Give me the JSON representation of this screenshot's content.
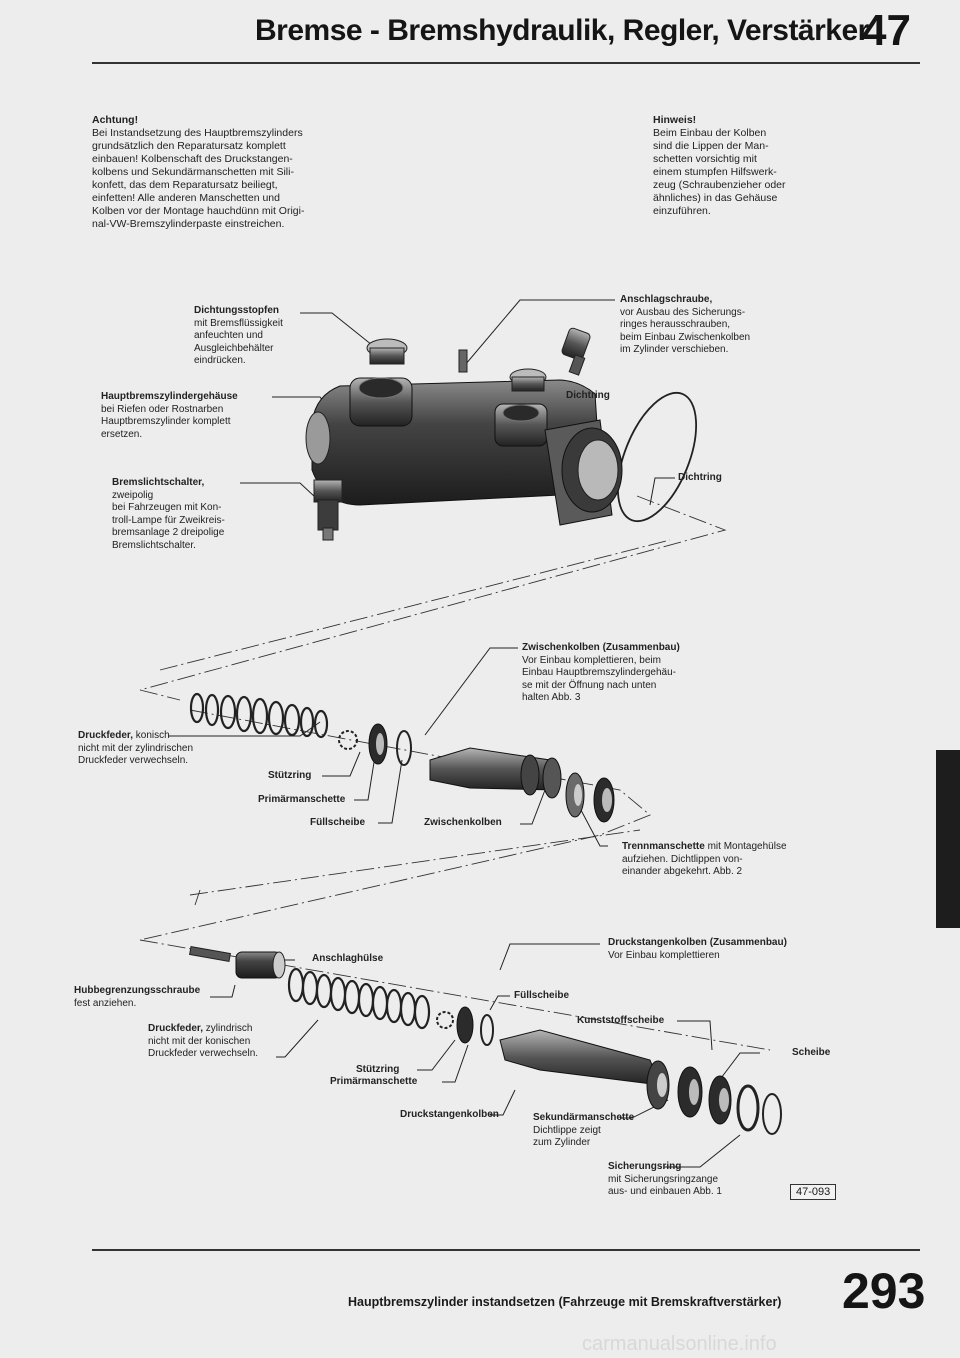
{
  "header": {
    "title": "Bremse - Bremshydraulik, Regler, Verstärker",
    "chapter": "47"
  },
  "notes": {
    "achtung": {
      "title": "Achtung!",
      "lines": [
        "Bei Instandsetzung des Hauptbremszylinders",
        "grundsätzlich den Reparatursatz komplett",
        "einbauen! Kolbenschaft des Druckstangen-",
        "kolbens und Sekundärmanschetten mit Sili-",
        "konfett, das dem Reparatursatz beiliegt,",
        "einfetten! Alle anderen Manschetten und",
        "Kolben vor der Montage hauchdünn mit Origi-",
        "nal-VW-Bremszylinderpaste einstreichen."
      ]
    },
    "hinweis": {
      "title": "Hinweis!",
      "lines": [
        "Beim Einbau der Kolben",
        "sind die Lippen der Man-",
        "schetten vorsichtig mit",
        "einem stumpfen Hilfswerk-",
        "zeug (Schraubenzieher oder",
        "ähnliches) in das Gehäuse",
        "einzuführen."
      ]
    }
  },
  "labels": {
    "dichtungsstopfen": {
      "title": "Dichtungsstopfen",
      "lines": [
        "mit Bremsflüssigkeit",
        "anfeuchten und",
        "Ausgleichbehälter",
        "eindrücken."
      ]
    },
    "anschlagschraube": {
      "title": "Anschlagschraube,",
      "lines": [
        "vor Ausbau des Sicherungs-",
        "ringes herausschrauben,",
        "beim Einbau Zwischenkolben",
        "im Zylinder verschieben."
      ]
    },
    "hauptbremszylindergehaeuse": {
      "title": "Hauptbremszylindergehäuse",
      "lines": [
        "bei Riefen oder Rostnarben",
        "Hauptbremszylinder komplett",
        "ersetzen."
      ]
    },
    "dichtring_1": "Dichtring",
    "dichtring_2": "Dichtring",
    "bremslichtschalter": {
      "title": "Bremslichtschalter,",
      "lines": [
        "zweipolig",
        "bei Fahrzeugen mit Kon-",
        "troll-Lampe für Zweikreis-",
        "bremsanlage 2 dreipolige",
        "Bremslichtschalter."
      ]
    },
    "zwischenkolben_zb": {
      "title": "Zwischenkolben (Zusammenbau)",
      "lines": [
        "Vor Einbau komplettieren, beim",
        "Einbau Hauptbremszylindergehäu-",
        "se mit der Öffnung nach unten",
        "halten   Abb. 3"
      ]
    },
    "druckfeder_konisch": {
      "title": "Druckfeder,",
      "title_rest": " konisch",
      "lines": [
        "nicht mit der zylindrischen",
        "Druckfeder verwechseln."
      ]
    },
    "stuetzring_1": "Stützring",
    "primaermanschette_1": "Primärmanschette",
    "fuellscheibe_1": "Füllscheibe",
    "zwischenkolben": "Zwischenkolben",
    "trennmanschette": {
      "title": "Trennmanschette",
      "title_rest": " mit Montagehülse",
      "lines": [
        "aufziehen. Dichtlippen von-",
        "einander abgekehrt.   Abb. 2"
      ]
    },
    "anschlaghuelse": "Anschlaghülse",
    "druckstangenkolben_zb": {
      "title": "Druckstangenkolben (Zusammenbau)",
      "lines": [
        "Vor Einbau komplettieren"
      ]
    },
    "hubbegrenzungsschraube": {
      "title": "Hubbegrenzungsschraube",
      "lines": [
        "fest anziehen."
      ]
    },
    "fuellscheibe_2": "Füllscheibe",
    "kunststoffscheibe": "Kunststoffscheibe",
    "druckfeder_zylindrisch": {
      "title": "Druckfeder,",
      "title_rest": " zylindrisch",
      "lines": [
        "nicht mit der konischen",
        "Druckfeder verwechseln."
      ]
    },
    "scheibe": "Scheibe",
    "stuetzring_2": "Stützring",
    "primaermanschette_2": "Primärmanschette",
    "druckstangenkolben": "Druckstangenkolben",
    "sekundaermanschette": {
      "title": "Sekundärmanschette",
      "lines": [
        "Dichtlippe zeigt",
        "zum Zylinder"
      ]
    },
    "sicherungsring": {
      "title": "Sicherungsring",
      "lines": [
        "mit Sicherungsringzange",
        "aus- und einbauen Abb. 1"
      ]
    }
  },
  "figure_code": "47-093",
  "footer": {
    "text": "Hauptbremszylinder instandsetzen (Fahrzeuge mit Bremskraftverstärker)",
    "page_number": "293"
  },
  "watermark": "carmanualsonline.info"
}
